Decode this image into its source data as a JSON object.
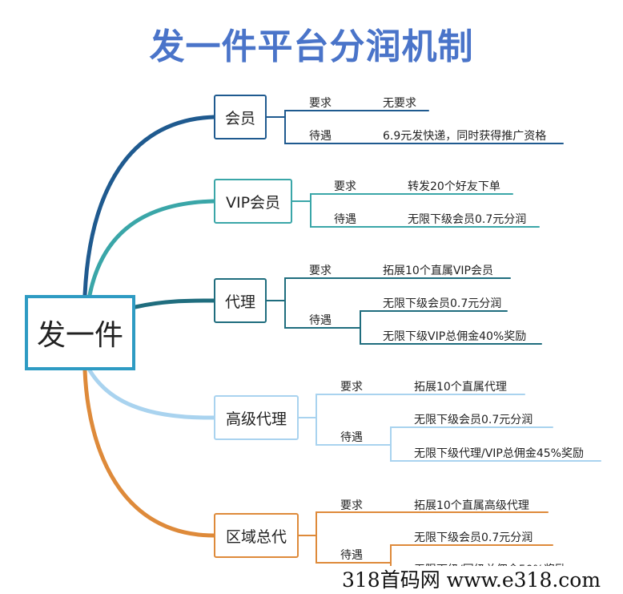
{
  "title": "发一件平台分润机制",
  "root": "发一件",
  "branches": [
    {
      "name": "会员",
      "color": "#1f5a8f",
      "items": [
        {
          "label": "要求",
          "values": [
            "无要求"
          ]
        },
        {
          "label": "待遇",
          "values": [
            "6.9元发快递，同时获得推广资格"
          ]
        }
      ]
    },
    {
      "name": "VIP会员",
      "color": "#3aa6a8",
      "items": [
        {
          "label": "要求",
          "values": [
            "转发20个好友下单"
          ]
        },
        {
          "label": "待遇",
          "values": [
            "无限下级会员0.7元分润"
          ]
        }
      ]
    },
    {
      "name": "代理",
      "color": "#1f6d7e",
      "items": [
        {
          "label": "要求",
          "values": [
            "拓展10个直属VIP会员"
          ]
        },
        {
          "label": "待遇",
          "values": [
            "无限下级会员0.7元分润",
            "无限下级VIP总佣金40%奖励"
          ]
        }
      ]
    },
    {
      "name": "高级代理",
      "color": "#a9d3ef",
      "items": [
        {
          "label": "要求",
          "values": [
            "拓展10个直属代理"
          ]
        },
        {
          "label": "待遇",
          "values": [
            "无限下级会员0.7元分润",
            "无限下级代理/VIP总佣金45%奖励"
          ]
        }
      ]
    },
    {
      "name": "区域总代",
      "color": "#de8a3a",
      "items": [
        {
          "label": "要求",
          "values": [
            "拓展10个直属高级代理"
          ]
        },
        {
          "label": "待遇",
          "values": [
            "无限下级会员0.7元分润",
            "无限下级/同级总佣金50%奖励"
          ]
        }
      ]
    }
  ],
  "watermark": "318首码网 www.e318.com"
}
